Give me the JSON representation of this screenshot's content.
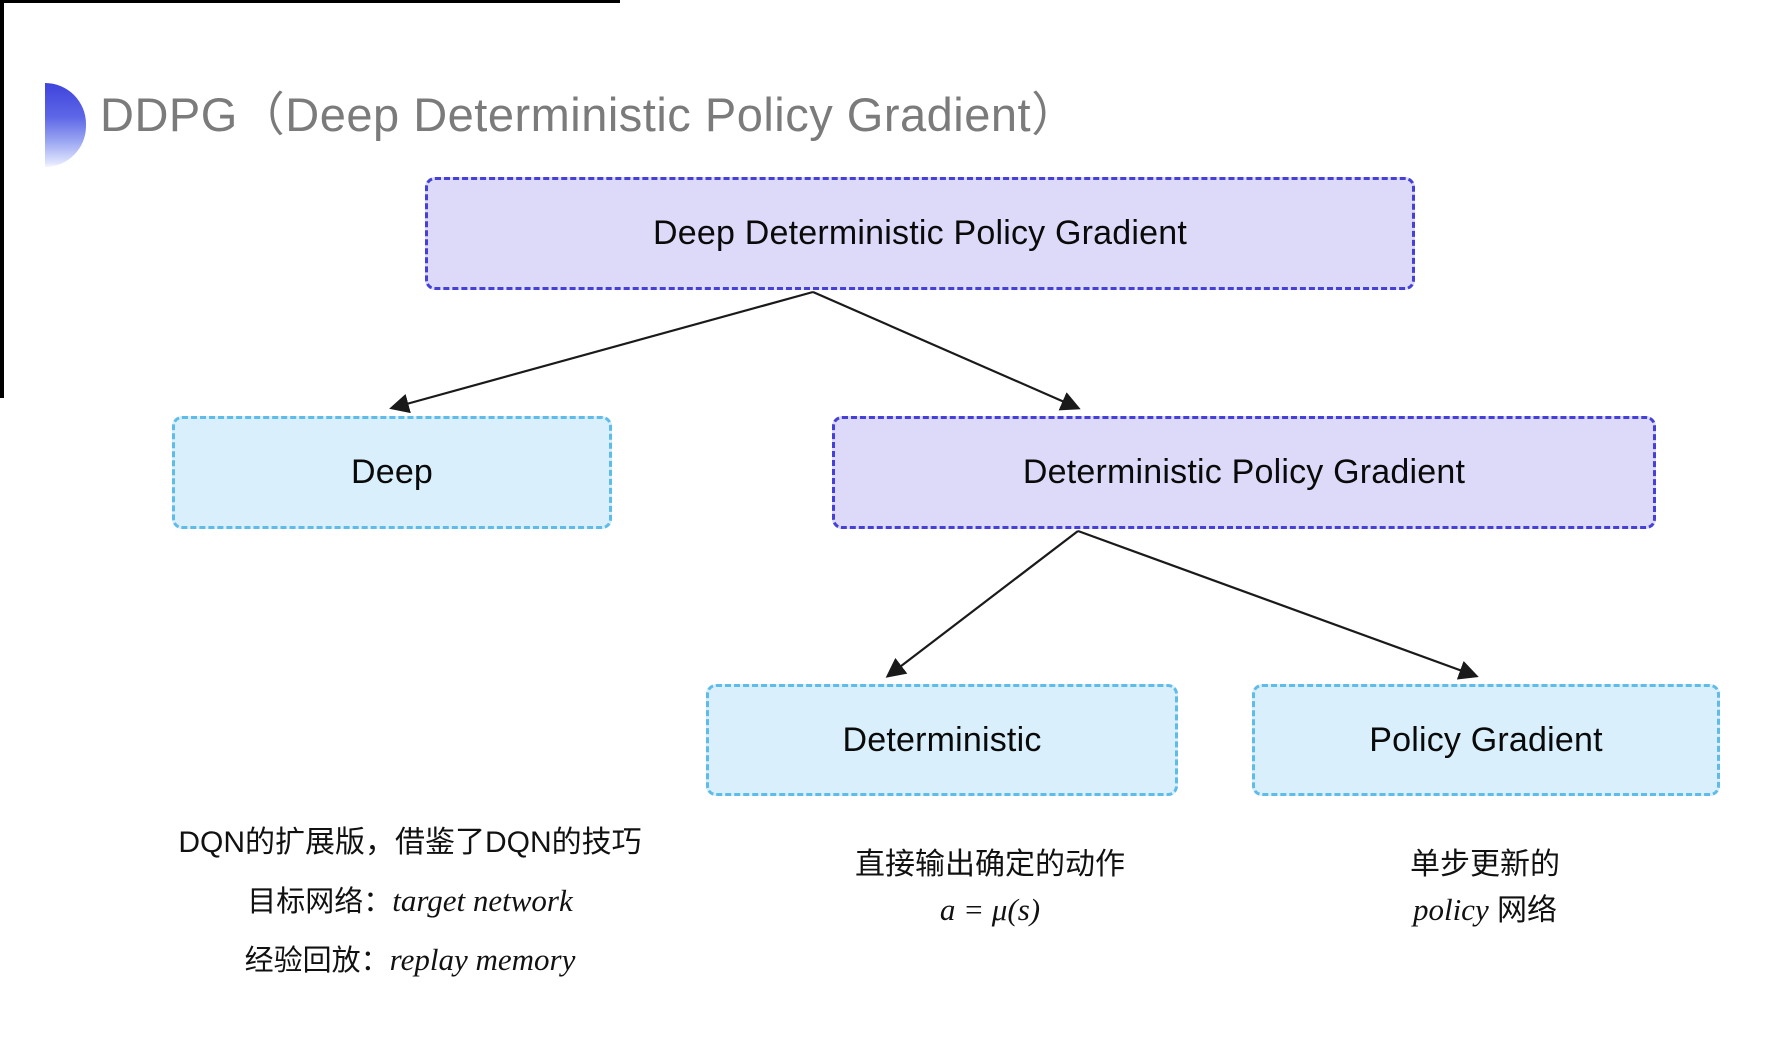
{
  "title": {
    "text": "DDPG（Deep Deterministic Policy Gradient）",
    "color": "#7b7b7b"
  },
  "tree": {
    "nodes": [
      {
        "id": "root",
        "label": "Deep Deterministic Policy Gradient",
        "variant": "purple"
      },
      {
        "id": "deep",
        "label": "Deep",
        "variant": "cyan"
      },
      {
        "id": "dpg",
        "label": "Deterministic Policy Gradient",
        "variant": "purple"
      },
      {
        "id": "det",
        "label": "Deterministic",
        "variant": "cyan"
      },
      {
        "id": "pg",
        "label": "Policy Gradient",
        "variant": "cyan"
      }
    ],
    "colors": {
      "purple_fill": "#dcdaf8",
      "purple_border": "#4440d8",
      "cyan_fill": "#d9effb",
      "cyan_border": "#5fbbe8",
      "arrow": "#1a1a1a"
    }
  },
  "notes": {
    "deep": {
      "line1": "DQN的扩展版，借鉴了DQN的技巧",
      "line2_label": "目标网络：",
      "line2_value": "target network",
      "line3_label": "经验回放：",
      "line3_value": "replay memory"
    },
    "deterministic": {
      "line1": "直接输出确定的动作",
      "formula": "a = μ(s)"
    },
    "policy_gradient": {
      "line1": "单步更新的",
      "line2_italic": "policy",
      "line2_rest": " 网络"
    }
  }
}
